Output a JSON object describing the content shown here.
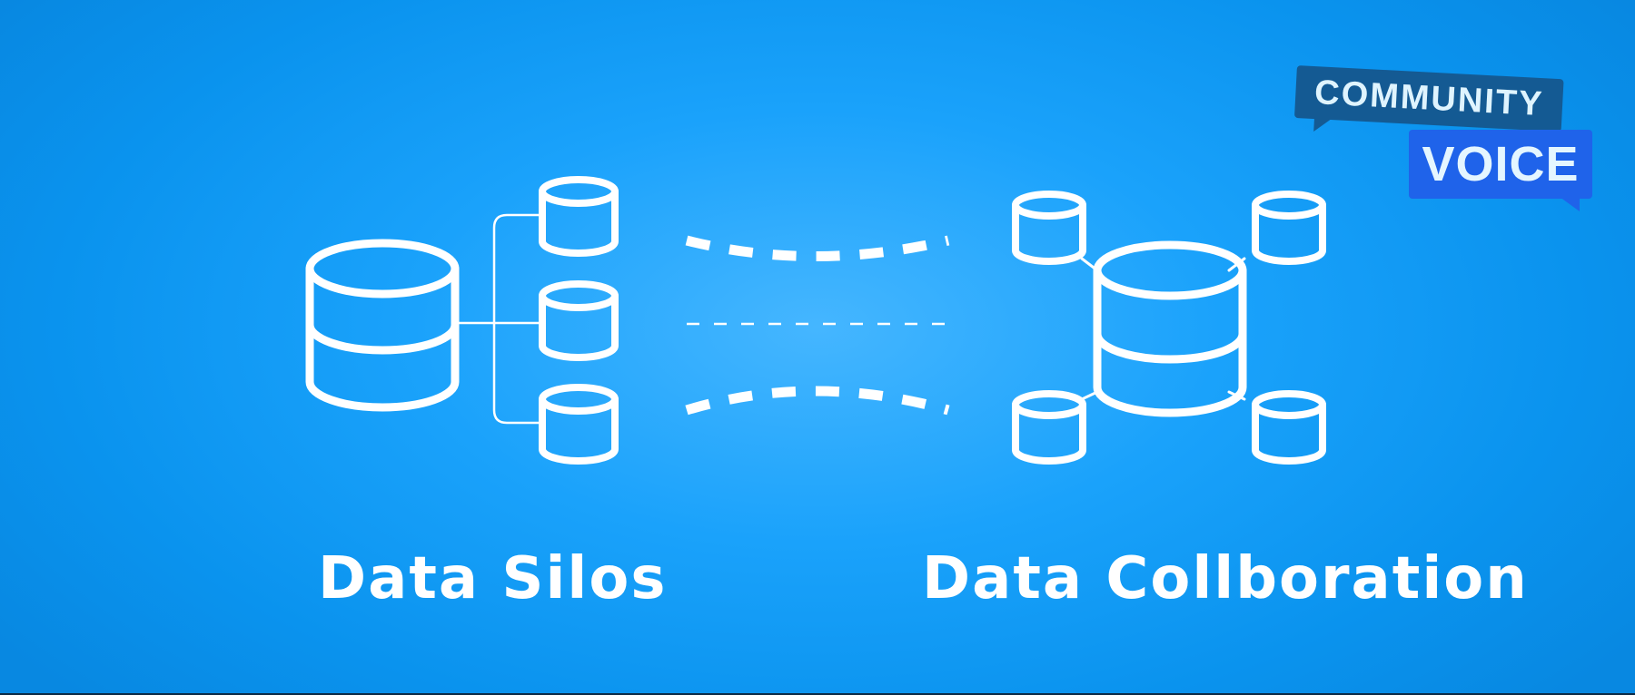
{
  "diagram": {
    "left_label": "Data Silos",
    "right_label": "Data Collboration"
  },
  "badge": {
    "line1": "COMMUNITY",
    "line2": "VOICE"
  },
  "colors": {
    "background": "#0a93ee",
    "foreground": "#ffffff",
    "badge_top": "#145a93",
    "badge_bottom": "#1f63ea"
  },
  "icons": [
    "database-icon",
    "connector-lines",
    "dashed-arrows"
  ]
}
